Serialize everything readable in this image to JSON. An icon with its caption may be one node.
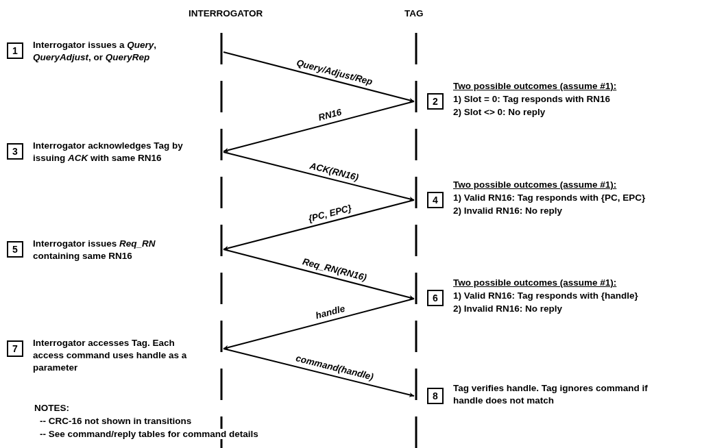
{
  "diagram": {
    "nodes": [
      {
        "text": [],
        "shape": "line"
      },
      {
        "text": [],
        "shape": "line"
      },
      {
        "text": [
          "1"
        ],
        "beside": [
          "Interrogator issues a *Query*, *QueryAdjust*, or *QueryRep*"
        ]
      },
      {
        "text": [
          "2"
        ],
        "beside": [
          "Two possible outcomes (assume #1):",
          "1) Slot = 0: Tag responds with RN16",
          "2) Slot <> 0: No reply"
        ]
      },
      {
        "text": [
          "3"
        ],
        "beside": [
          "Interrogator acknowledges Tag by issuing *ACK* with same RN16"
        ]
      },
      {
        "text": [
          "4"
        ],
        "beside": [
          "Two possible outcomes (assume #1):",
          "1) Valid RN16: Tag responds with {PC, EPC}",
          "2) Invalid RN16: No reply"
        ]
      },
      {
        "text": [
          "5"
        ],
        "beside": [
          "Interrogator issues *Req_RN* containing same RN16"
        ]
      },
      {
        "text": [
          "6"
        ],
        "beside": [
          "Two possible outcomes (assume #1):",
          "1) Valid RN16: Tag responds with {handle}",
          "2) Invalid RN16: No reply"
        ]
      },
      {
        "text": [
          "7"
        ],
        "beside": [
          "Interrogator accesses Tag. Each access command uses handle as a parameter"
        ]
      },
      {
        "text": [
          "8"
        ],
        "beside": [
          "Tag verifies handle. Tag ignores command if handle does not match"
        ]
      }
    ],
    "edges": [
      {
        "from": 0,
        "to": 1,
        "arrow": "to",
        "label": "Query/Adjust/Rep"
      },
      {
        "from": 1,
        "to": 0,
        "arrow": "to",
        "label": "RN16"
      },
      {
        "from": 0,
        "to": 1,
        "arrow": "to",
        "label": "ACK(RN16)"
      },
      {
        "from": 1,
        "to": 0,
        "arrow": "to",
        "label": "{PC, EPC}"
      },
      {
        "from": 0,
        "to": 1,
        "arrow": "to",
        "label": "Req_RN(RN16)"
      },
      {
        "from": 1,
        "to": 0,
        "arrow": "to",
        "label": "handle"
      },
      {
        "from": 0,
        "to": 1,
        "arrow": "to",
        "label": "command(handle)"
      }
    ],
    "labels": [
      "INTERROGATOR",
      "TAG",
      "NOTES:",
      "-- CRC-16 not shown in transitions",
      "-- See command/reply tables for command details"
    ]
  }
}
